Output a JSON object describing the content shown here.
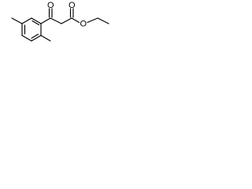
{
  "molecule": {
    "atoms": [
      {
        "id": "carbonyl-oxygen",
        "symbol": "O"
      },
      {
        "id": "ester-oxygen",
        "symbol": "O"
      },
      {
        "id": "ester-carbonyl-oxygen",
        "symbol": "O"
      }
    ]
  }
}
